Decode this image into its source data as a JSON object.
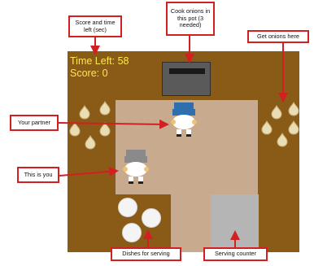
{
  "hud": {
    "time_left": "Time Left: 58",
    "score": "Score: 0"
  },
  "callouts": {
    "score_time": "Score and time left (sec)",
    "cook_onions": "Cook onions in this pot (3 needed)",
    "get_onions": "Get onions here",
    "your_partner": "Your partner",
    "this_is_you": "This is you",
    "dishes": "Dishes for serving",
    "serving_counter": "Serving counter"
  },
  "colors": {
    "counter": "#8a5a17",
    "floor": "#c8aa8e",
    "serving_counter": "#b5b5b5",
    "hud_text": "#ffe84a",
    "callout_border": "#d21f1f",
    "partner_hat": "#2f6fb0",
    "player_hat": "#8a8a8a"
  }
}
